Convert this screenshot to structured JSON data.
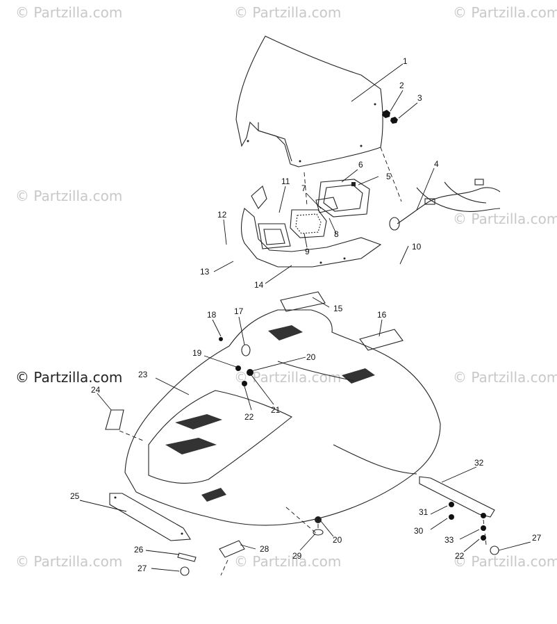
{
  "watermark": {
    "brand": "© Partzilla.com"
  },
  "callouts": [
    "1",
    "2",
    "3",
    "4",
    "5",
    "6",
    "7",
    "8",
    "9",
    "10",
    "11",
    "12",
    "13",
    "14",
    "15",
    "16",
    "17",
    "18",
    "19",
    "20",
    "21",
    "22",
    "23",
    "24",
    "25",
    "26",
    "27",
    "28",
    "29",
    "30",
    "31",
    "32",
    "33"
  ],
  "labels": {
    "l1": "1",
    "l2": "2",
    "l3": "3",
    "l4": "4",
    "l5": "5",
    "l6": "6",
    "l7": "7",
    "l8": "8",
    "l9": "9",
    "l10": "10",
    "l11": "11",
    "l12": "12",
    "l13": "13",
    "l14": "14",
    "l15": "15",
    "l16": "16",
    "l17": "17",
    "l18": "18",
    "l19": "19",
    "l20a": "20",
    "l20b": "20",
    "l21": "21",
    "l22a": "22",
    "l22b": "22",
    "l23": "23",
    "l24": "24",
    "l25": "25",
    "l26": "26",
    "l27a": "27",
    "l27b": "27",
    "l28": "28",
    "l29": "29",
    "l30": "30",
    "l31": "31",
    "l32": "32",
    "l33": "33"
  }
}
